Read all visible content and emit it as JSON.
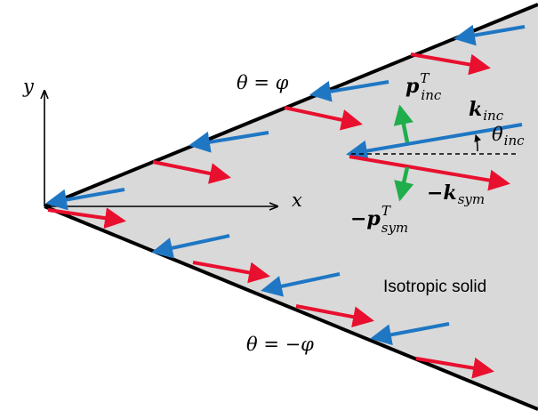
{
  "labels": {
    "axis_y": "y",
    "axis_x": "x",
    "upper_boundary": "θ = φ",
    "lower_boundary": "θ = −φ",
    "material": "Isotropic solid",
    "k_inc": {
      "base": "k",
      "sub": "inc"
    },
    "p_inc": {
      "base": "p",
      "sup": "T",
      "sub": "inc"
    },
    "k_sym": {
      "base": "−k",
      "sub": "sym"
    },
    "p_sym": {
      "base": "−p",
      "sup": "T",
      "sub": "sym"
    },
    "theta_inc": {
      "base": "θ",
      "sub": "inc"
    }
  },
  "colors": {
    "fill": "#d9d9d9",
    "boundary": "#000000",
    "incident_arrow": "#1f77c4",
    "reflected_arrow": "#e8102e",
    "polarization_arrow": "#1fae4b"
  }
}
